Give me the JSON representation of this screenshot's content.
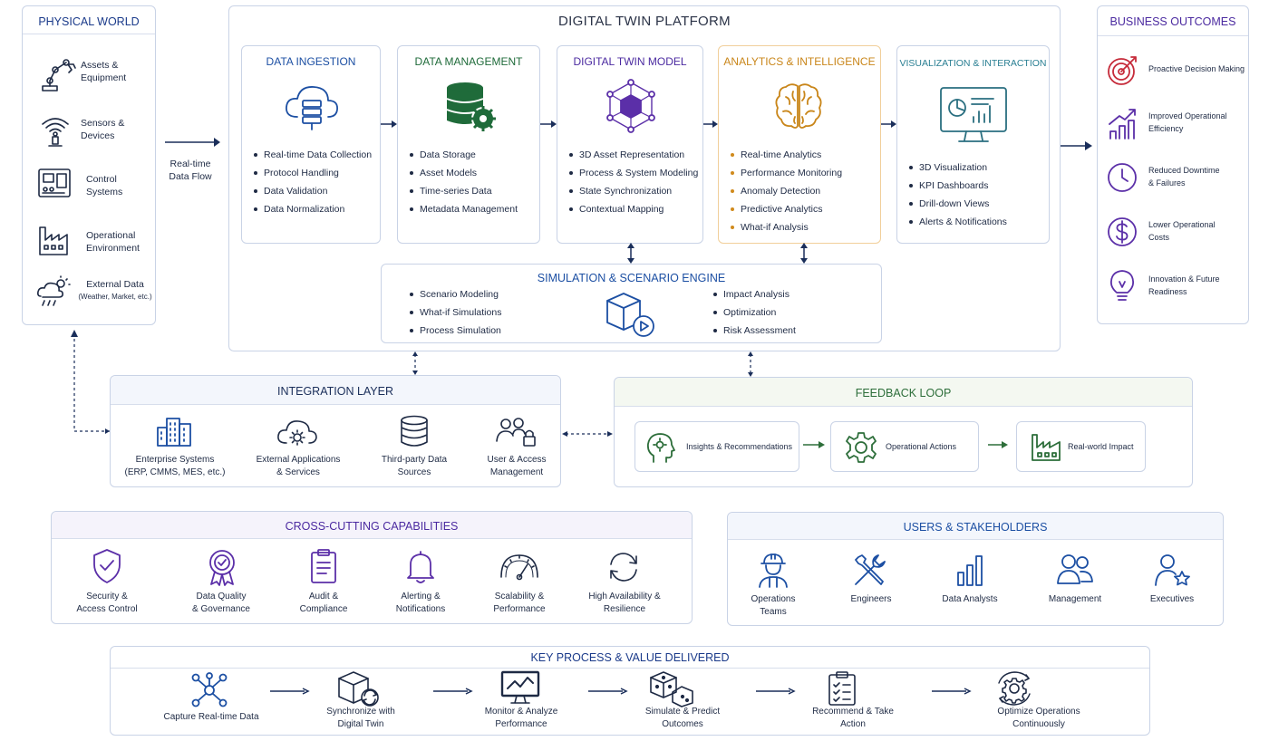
{
  "physical_world": {
    "title": "PHYSICAL WORLD",
    "items": [
      {
        "label": "Assets &\nEquipment",
        "icon": "robot-arm-icon"
      },
      {
        "label": "Sensors &\nDevices",
        "icon": "sensor-icon"
      },
      {
        "label": "Control\nSystems",
        "icon": "control-panel-icon"
      },
      {
        "label": "Operational\nEnvironment",
        "icon": "factory-icon"
      },
      {
        "label": "External Data",
        "sub": "(Weather, Market, etc.)",
        "icon": "weather-icon"
      }
    ]
  },
  "flow_label": "Real-time\nData Flow",
  "platform": {
    "title": "DIGITAL TWIN PLATFORM",
    "columns": [
      {
        "title": "DATA INGESTION",
        "color": "#1c4fa3",
        "items": [
          "Real-time Data Collection",
          "Protocol Handling",
          "Data Validation",
          "Data Normalization"
        ]
      },
      {
        "title": "DATA MANAGEMENT",
        "color": "#1f6b3a",
        "items": [
          "Data Storage",
          "Asset Models",
          "Time-series Data",
          "Metadata Management"
        ]
      },
      {
        "title": "DIGITAL TWIN MODEL",
        "color": "#4b2aa0",
        "items": [
          "3D Asset Representation",
          "Process & System Modeling",
          "State Synchronization",
          "Contextual Mapping"
        ]
      },
      {
        "title": "ANALYTICS & INTELLIGENCE",
        "color": "#c9861a",
        "items": [
          "Real-time Analytics",
          "Performance Monitoring",
          "Anomaly Detection",
          "Predictive Analytics",
          "What-if Analysis"
        ]
      },
      {
        "title": "VISUALIZATION & INTERACTION",
        "color": "#2a7f93",
        "items": [
          "3D Visualization",
          "KPI Dashboards",
          "Drill-down Views",
          "Alerts & Notifications"
        ]
      }
    ],
    "simulation": {
      "title": "SIMULATION & SCENARIO ENGINE",
      "left": [
        "Scenario Modeling",
        "What-if Simulations",
        "Process Simulation"
      ],
      "right": [
        "Impact Analysis",
        "Optimization",
        "Risk Assessment"
      ]
    }
  },
  "business_outcomes": {
    "title": "BUSINESS OUTCOMES",
    "items": [
      {
        "label": "Proactive Decision Making",
        "icon": "target-icon"
      },
      {
        "label": "Improved Operational\nEfficiency",
        "icon": "growth-chart-icon"
      },
      {
        "label": "Reduced Downtime\n& Failures",
        "icon": "clock-icon"
      },
      {
        "label": "Lower Operational\nCosts",
        "icon": "dollar-icon"
      },
      {
        "label": "Innovation & Future\nReadiness",
        "icon": "lightbulb-icon"
      }
    ]
  },
  "integration": {
    "title": "INTEGRATION LAYER",
    "items": [
      {
        "label": "Enterprise Systems\n(ERP, CMMS, MES, etc.)",
        "icon": "buildings-icon"
      },
      {
        "label": "External Applications\n& Services",
        "icon": "cloud-gear-icon"
      },
      {
        "label": "Third-party Data\nSources",
        "icon": "database-icon"
      },
      {
        "label": "User & Access\nManagement",
        "icon": "users-lock-icon"
      }
    ]
  },
  "feedback": {
    "title": "FEEDBACK LOOP",
    "items": [
      {
        "label": "Insights & Recommendations",
        "icon": "head-gear-icon"
      },
      {
        "label": "Operational Actions",
        "icon": "gear-icon"
      },
      {
        "label": "Real-world Impact",
        "icon": "factory-icon"
      }
    ]
  },
  "cross_cutting": {
    "title": "CROSS-CUTTING CAPABILITIES",
    "items": [
      {
        "label": "Security &\nAccess Control",
        "icon": "shield-icon"
      },
      {
        "label": "Data Quality\n& Governance",
        "icon": "badge-icon"
      },
      {
        "label": "Audit &\nCompliance",
        "icon": "clipboard-icon"
      },
      {
        "label": "Alerting &\nNotifications",
        "icon": "bell-icon"
      },
      {
        "label": "Scalability &\nPerformance",
        "icon": "gauge-icon"
      },
      {
        "label": "High Availability &\nResilience",
        "icon": "refresh-icon"
      }
    ]
  },
  "users": {
    "title": "USERS & STAKEHOLDERS",
    "items": [
      {
        "label": "Operations\nTeams",
        "icon": "worker-icon"
      },
      {
        "label": "Engineers",
        "icon": "tools-icon"
      },
      {
        "label": "Data Analysts",
        "icon": "bar-chart-icon"
      },
      {
        "label": "Management",
        "icon": "people-icon"
      },
      {
        "label": "Executives",
        "icon": "person-star-icon"
      }
    ]
  },
  "key_process": {
    "title": "KEY PROCESS & VALUE DELIVERED",
    "steps": [
      {
        "label": "Capture Real-time Data",
        "icon": "network-icon"
      },
      {
        "label": "Synchronize with\nDigital Twin",
        "icon": "cube-sync-icon"
      },
      {
        "label": "Monitor & Analyze\nPerformance",
        "icon": "monitor-chart-icon"
      },
      {
        "label": "Simulate & Predict\nOutcomes",
        "icon": "dice-icon"
      },
      {
        "label": "Recommend & Take\nAction",
        "icon": "checklist-icon"
      },
      {
        "label": "Optimize Operations\nContinuously",
        "icon": "gear-cycle-icon"
      }
    ]
  },
  "colors": {
    "navy": "#1a3a8a",
    "border": "#c9d3e6",
    "analytics_border": "#f1cf9a"
  }
}
